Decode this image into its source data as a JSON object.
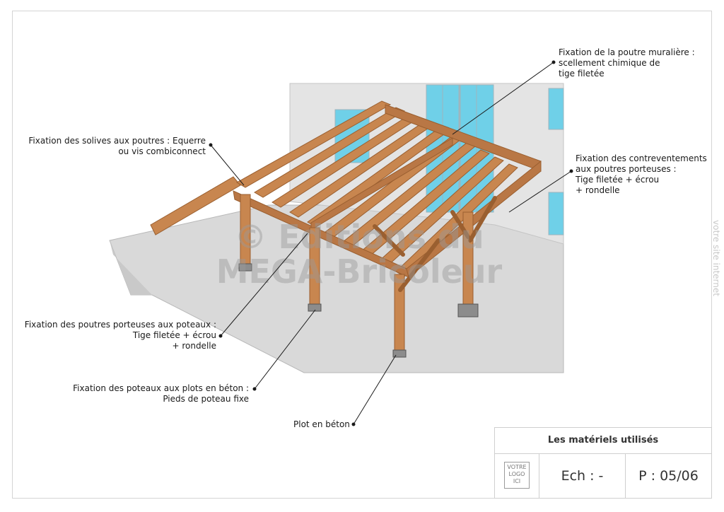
{
  "labels": {
    "wall_beam": [
      "Fixation de la poutre muralière :",
      "scellement chimique de",
      "tige filetée"
    ],
    "joists": [
      "Fixation des solives aux poutres : Equerre",
      "ou vis combiconnect"
    ],
    "bracing": [
      "Fixation des contreventements",
      "aux poutres porteuses :",
      "Tige filetée + écrou",
      "+ rondelle"
    ],
    "beams_posts": [
      "Fixation des poutres porteuses aux poteaux  :",
      "Tige filetée + écrou",
      "+ rondelle"
    ],
    "posts_plots": [
      "Fixation des poteaux aux plots en béton :",
      "Pieds de poteau fixe"
    ],
    "plot": "Plot en béton"
  },
  "watermark": [
    "© Editions du",
    "MEGA-Bricoleur"
  ],
  "side_text": "votre site internet",
  "title_block": {
    "title": "Les matériels utilisés",
    "logo": [
      "VOTRE",
      "LOGO",
      "ICI"
    ],
    "scale": "Ech : -",
    "page": "P : 05/06"
  },
  "colors": {
    "wood": "#c8864f",
    "wood_dark": "#9a5f30",
    "wall": "#e4e4e4",
    "glass": "#6fd0e8",
    "ground": "#d9d9d9"
  }
}
